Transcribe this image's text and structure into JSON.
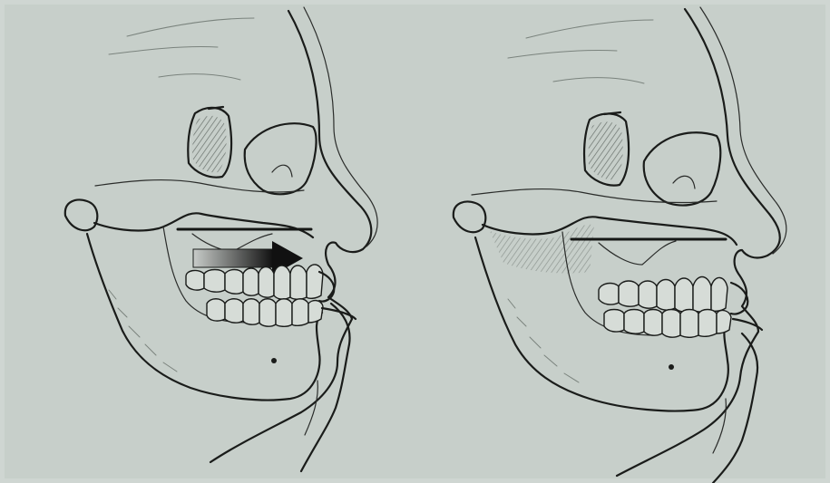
{
  "figure": {
    "panels": [
      {
        "id": "before",
        "has_arrow": true
      },
      {
        "id": "after",
        "has_arrow": false
      }
    ],
    "colors": {
      "paper": "#c7cfca",
      "ink": "#1a1c1a",
      "arrow_dark": "#111111",
      "arrow_light": "#c8ccc9"
    },
    "arrow_direction": "right"
  }
}
